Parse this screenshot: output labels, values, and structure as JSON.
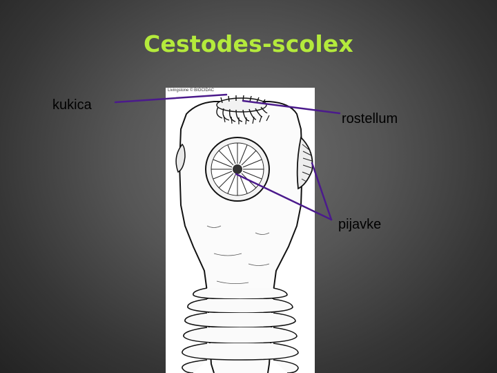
{
  "slide": {
    "title": "Cestodes-scolex",
    "title_color": "#b4ea3c",
    "background": "#555555"
  },
  "figure": {
    "credit": "Livingstone © BIOCIDAC",
    "background": "#ffffff"
  },
  "labels": {
    "hooks": "kukica",
    "rostellum": "rostellum",
    "suckers": "pijavke"
  },
  "leader_color": "#4b1a8c"
}
